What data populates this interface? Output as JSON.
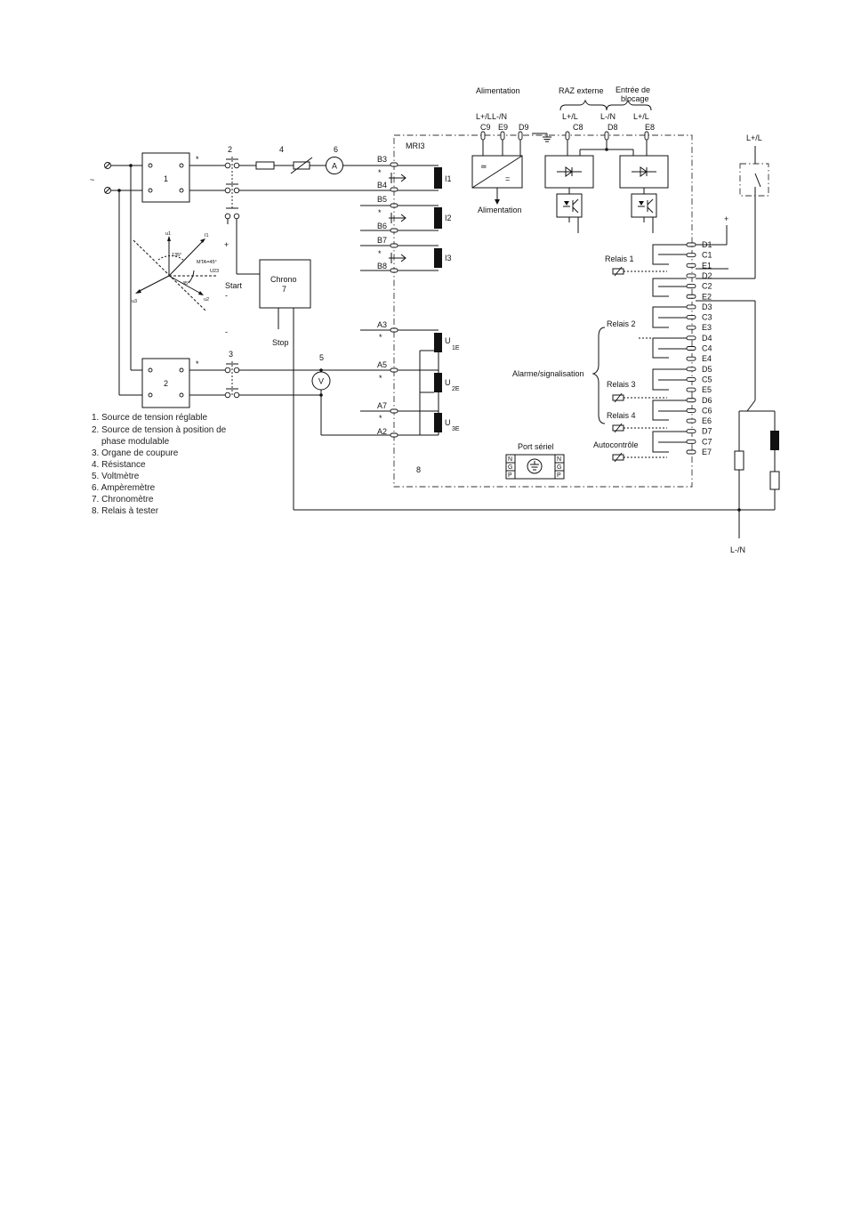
{
  "components": {
    "source1": "1",
    "source2": "2",
    "breaker_top": "2",
    "breaker_bottom": "3",
    "resistor": "4",
    "voltmeter_num": "5",
    "voltmeter_sym": "V",
    "ammeter_num": "6",
    "ammeter_sym": "A",
    "chrono": "Chrono",
    "chrono_num": "7",
    "start": "Start",
    "stop": "Stop",
    "relay_num": "8",
    "plus": "+",
    "minus": "-",
    "star": "*",
    "tilde": "~"
  },
  "phasor": {
    "u1": "u1",
    "i1": "I1",
    "deg135": "135°",
    "mta": "MTA=45°",
    "u23": "U23",
    "deg45": "45°",
    "u3": "u3",
    "u2": "u2"
  },
  "relay": {
    "name": "MRI3",
    "alimentation_header": "Alimentation",
    "raz": "RAZ externe",
    "blocage_1": "Entrée de",
    "blocage_2": "blocage",
    "lpl": "L+/L",
    "lmn": "L-/N",
    "alimentation_out": "Alimentation",
    "ac": "≃",
    "dc": "=",
    "t_C9": "C9",
    "t_E9": "E9",
    "t_D9": "D9",
    "t_C8": "C8",
    "t_D8": "D8",
    "t_E8": "E8",
    "t_B3": "B3",
    "t_B4": "B4",
    "t_B5": "B5",
    "t_B6": "B6",
    "t_B7": "B7",
    "t_B8": "B8",
    "t_A3": "A3",
    "t_A5": "A5",
    "t_A7": "A7",
    "t_A2": "A2",
    "i1": "I1",
    "i2": "I2",
    "i3": "I3",
    "u_main": "U",
    "u1_sub": "1E",
    "u2_sub": "2E",
    "u3_sub": "3E",
    "relais1": "Relais 1",
    "relais2": "Relais 2",
    "relais3": "Relais 3",
    "relais4": "Relais 4",
    "autocontrole": "Autocontrôle",
    "alarme": "Alarme/signalisation",
    "port": "Port sériel",
    "n": "N",
    "g": "G",
    "p": "P"
  },
  "output_terminals": [
    "D1",
    "C1",
    "E1",
    "D2",
    "C2",
    "E2",
    "D3",
    "C3",
    "E3",
    "D4",
    "C4",
    "E4",
    "D5",
    "C5",
    "E5",
    "D6",
    "C6",
    "E6",
    "D7",
    "C7",
    "E7"
  ],
  "external": {
    "lpl": "L+/L",
    "lmn": "L-/N",
    "plus": "+"
  },
  "legend": [
    "1. Source de tension réglable",
    "2. Source de tension à position de",
    "phase modulable",
    "3. Organe de coupure",
    "4. Résistance",
    "5. Voltmètre",
    "6. Ampèremètre",
    "7. Chronomètre",
    "8. Relais à tester"
  ]
}
